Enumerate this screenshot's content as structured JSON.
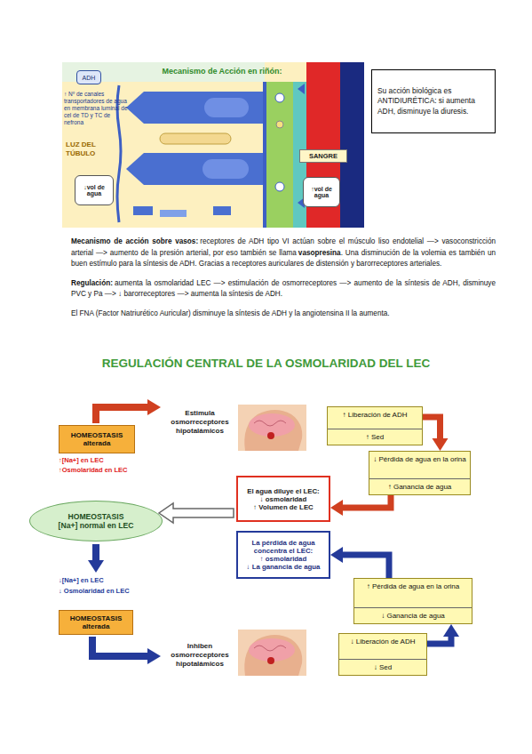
{
  "diagram": {
    "title": "REGULACIÓN CENTRAL DE LA OSMOLARIDAD DEL LEC",
    "nodes": [
      {
        "text": [
          "ADH"
        ]
      },
      {
        "text": [
          "↓vol de agua"
        ]
      },
      {
        "text": [
          "↑vol de agua"
        ]
      },
      {
        "text": [
          "Su acción biológica es ANTIDIURÉTICA: si aumenta ADH, disminuye la diuresis."
        ]
      },
      {
        "text": [
          "HOMEOSTASIS alterada"
        ]
      },
      {
        "text": [
          "↑ Liberación de ADH",
          "↑ Sed"
        ]
      },
      {
        "text": [
          "↓ Pérdida de agua en la orina",
          "↑ Ganancia de agua"
        ]
      },
      {
        "text": [
          "El agua diluye el LEC:",
          "↓ osmolaridad",
          "↑ Volumen de LEC"
        ]
      },
      {
        "text": [
          "HOMEOSTASIS",
          "[Na+] normal en LEC"
        ]
      },
      {
        "text": [
          "La pérdida de agua concentra el LEC:",
          "↑ osmolaridad",
          "↓ La ganancia de agua"
        ]
      },
      {
        "text": [
          "↑ Pérdida de agua en la orina",
          "↓ Ganancia de agua"
        ]
      },
      {
        "text": [
          "HOMEOSTASIS alterada"
        ]
      },
      {
        "text": [
          "↓ Liberación de ADH",
          "↓ Sed"
        ]
      }
    ],
    "edges": [
      {
        "from": 5,
        "to": 6,
        "arrow": "to"
      },
      {
        "from": 6,
        "to": 7,
        "arrow": "to"
      },
      {
        "from": 7,
        "to": 8,
        "arrow": "to"
      },
      {
        "from": 12,
        "to": 10,
        "arrow": "to"
      },
      {
        "from": 10,
        "to": 9,
        "arrow": "to"
      }
    ],
    "labels": [
      "Mecanismo de Acción en riñón:",
      "↑ Nº de canales transportadores de agua en membrana luminal de cel de TD y TC de nefrona",
      "LUZ DEL TÚBULO",
      "SANGRE",
      "Mecanismo de acción sobre vasos:",
      "receptores de ADH tipo VI actúan sobre el músculo liso endotelial —> vasoconstricción arterial —> aumento de la presión arterial, por eso también se llama",
      "vasopresina",
      ". Una disminución de la volemia es también un buen estímulo para la síntesis de ADH. Gracias a receptores auriculares de distensión y barorreceptores arteriales.",
      "Regulación:",
      "aumenta la osmolaridad LEC —> estimulación de osmorreceptores —> aumento de la síntesis de ADH, disminuye PVC y Pa —> ↓ barorreceptores —> aumenta la síntesis de ADH.",
      "El FNA (Factor Natriurético Auricular) disminuye la síntesis de ADH y la angiotensina II la aumenta.",
      "Estimula osmorreceptores hipotalámicos",
      "↑[Na+] en LEC",
      "↑Osmolaridad en LEC",
      "↓[Na+] en LEC",
      "↓ Osmolaridad en LEC",
      "Inhiben osmorreceptores hipotalámicos"
    ]
  }
}
